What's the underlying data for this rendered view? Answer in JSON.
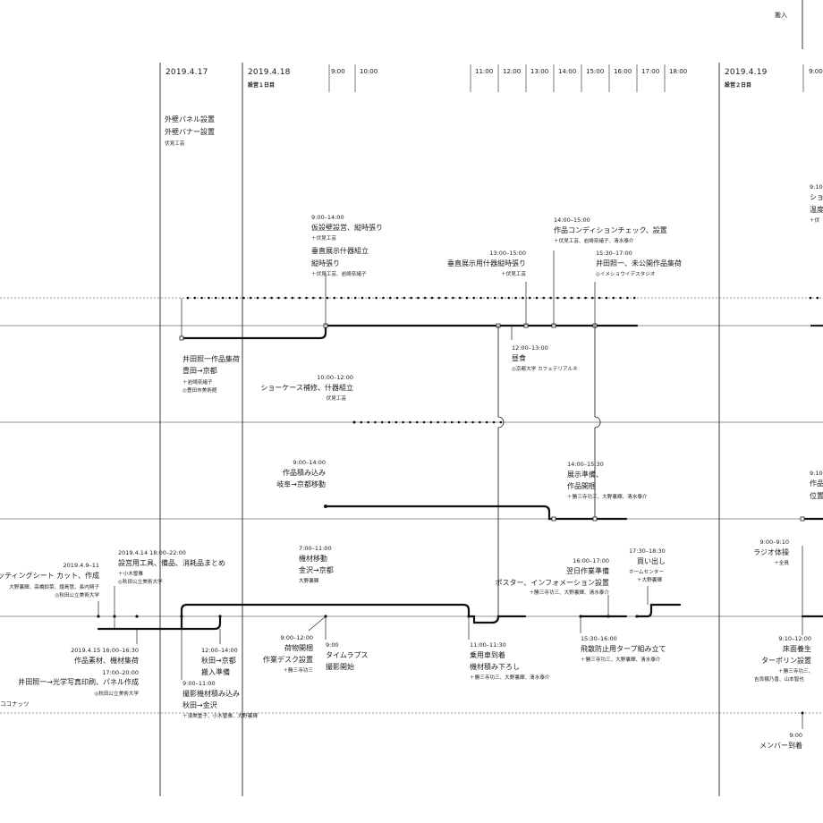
{
  "header": {
    "corner_label": "搬入",
    "dates": [
      {
        "label": "2019.4.17",
        "sub": ""
      },
      {
        "label": "2019.4.18",
        "sub": "設営１日目"
      },
      {
        "label": "2019.4.19",
        "sub": "設営２日目"
      }
    ],
    "hours_day1": [
      "9:00",
      "10:00",
      "11:00",
      "12:00",
      "13:00",
      "14:00",
      "15:00",
      "16:00",
      "17:00",
      "18:00"
    ],
    "hours_day2": [
      "9:00"
    ]
  },
  "events": [
    {
      "id": "e1",
      "time": "",
      "title": "外壁パネル設置",
      "title2": "外壁バナー設置",
      "people": "伏見工芸"
    },
    {
      "id": "e2",
      "time": "9:00–14:00",
      "title": "仮設壁設営、縦時張り",
      "people": "＋伏見工芸",
      "title2": "垂直展示什器組立",
      "title3": "縦時張り",
      "people2": "＋伏見工芸、岩崎奈緒子"
    },
    {
      "id": "e3",
      "time": "13:00–15:00",
      "title": "垂直展示用什器縦時張り",
      "people": "＋伏見工芸"
    },
    {
      "id": "e4",
      "time": "14:00–15:00",
      "title": "作品コンディションチェック、設置",
      "people": "＋伏見工芸、岩崎奈緒子、清水泰介"
    },
    {
      "id": "e5",
      "time": "15:30–17:00",
      "title": "井田照一、未公開作品集荷",
      "people": "◎イメショウイデスタジオ"
    },
    {
      "id": "e6",
      "time": "9:10–",
      "title": "ショ",
      "title2": "温度",
      "people": "＋伏"
    },
    {
      "id": "e7",
      "time": "",
      "title": "井田照一作品集荷",
      "title2": "豊田→京都",
      "people": "＋岩崎奈緒子",
      "people2": "◎豊田市美術館"
    },
    {
      "id": "e8",
      "time": "12:00–13:00",
      "title": "昼食",
      "people": "◎京都大学 カフェテリアルネ"
    },
    {
      "id": "e9",
      "time": "10:00–12:00",
      "title": "ショーケース補修、什器組立",
      "people": "伏見工芸"
    },
    {
      "id": "e10",
      "time": "9:00–14:00",
      "title": "作品積み込み",
      "title2": "岐阜→京都移動"
    },
    {
      "id": "e11",
      "time": "14:00–15:30",
      "title": "展示準備、",
      "title2": "作品開梱",
      "people": "＋勝三寺功三、大野裏輝、清水泰介"
    },
    {
      "id": "e12",
      "time": "9:10–",
      "title": "作品",
      "title2": "位置"
    },
    {
      "id": "e13",
      "time": "7:00–11:00",
      "title": "機材移動",
      "title2": "金沢→京都",
      "people": "大野裏輝"
    },
    {
      "id": "e14",
      "time": "2019.4.14 18:00–22:00",
      "title": "設営用工具、備品、消耗品まとめ",
      "people": "＋小木曽雅",
      "people2": "◎秋田公立美術大学"
    },
    {
      "id": "e15",
      "time": "2019.4.9–11",
      "title": "カッティングシート カット、作成",
      "people": "大野裏輝、高橋鈴菜、鐘島慧、長内朔子",
      "people2": "◎秋田公立美術大学"
    },
    {
      "id": "e16",
      "time": "16:00–17:00",
      "title": "翌日作業準備",
      "title2": "ポスター、インフォメーション設置",
      "people": "＋勝三寺功三、大野裏輝、清水泰介"
    },
    {
      "id": "e17",
      "time": "17:30–18:30",
      "title": "買い出し",
      "people": "ホームセンター",
      "people2": "＋大野裏輝"
    },
    {
      "id": "e18",
      "time": "9:00–9:10",
      "title": "ラジオ体操",
      "people": "＋全員"
    },
    {
      "id": "e19",
      "time": "2019.4.15 16:00–16:30",
      "title": "作品素材、機材集荷",
      "time2": "17:00–20:00",
      "title2": "井田照一→光学写真印刷、パネル作成",
      "people": "◎秋田公立美術大学"
    },
    {
      "id": "e20",
      "time": "12:00–14:00",
      "title": "秋田→京都",
      "title2": "搬入準備"
    },
    {
      "id": "e21",
      "time": "9:00–11:00",
      "title": "撮影機材積み込み",
      "title2": "秋田→金沢",
      "people": "＋須美重子、小木曽雅、大野裏輝"
    },
    {
      "id": "e22",
      "time": "9:00–12:00",
      "title": "荷物開梱",
      "title2": "作業デスク設置",
      "people": "＋勝三寺功三"
    },
    {
      "id": "e23",
      "time": "9:00",
      "title": "タイムラプス",
      "title2": "撮影開始"
    },
    {
      "id": "e24",
      "time": "11:00–11:30",
      "title": "乗用車到着",
      "title2": "機材積み下ろし",
      "people": "＋勝三寺功三、大野裏輝、清水泰介"
    },
    {
      "id": "e25",
      "time": "15:30–16:00",
      "title": "飛散防止用タープ組み立て",
      "people": "＋勝三寺功三、大野裏輝、清水泰介"
    },
    {
      "id": "e26",
      "time": "9:10–12:00",
      "title": "床面養生",
      "title2": "ターポリン設置",
      "people": "＋勝三寺功三、",
      "people2": "吉良穂乃香、山本智也"
    },
    {
      "id": "e27",
      "time": "9:00",
      "title": "メンバー到着"
    }
  ],
  "row_labels": [
    {
      "id": "r_bottom",
      "label": "ココナッツ"
    }
  ]
}
